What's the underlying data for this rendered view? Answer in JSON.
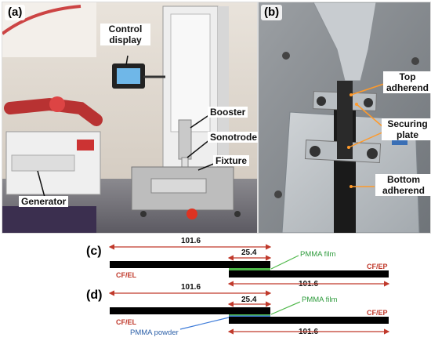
{
  "panels": {
    "a": {
      "tag": "(a)",
      "callouts": {
        "control_display": "Control display",
        "booster": "Booster",
        "sonotrode": "Sonotrode",
        "fixture": "Fixture",
        "generator": "Generator"
      }
    },
    "b": {
      "tag": "(b)",
      "callouts": {
        "top_adherend": "Top adherend",
        "securing_plate": "Securing plate",
        "bottom_adherend": "Bottom adherend"
      }
    },
    "c": {
      "tag": "(c)",
      "dim_total_top": "101.6",
      "dim_overlap": "25.4",
      "dim_total_bottom": "101.6",
      "film_label": "PMMA film",
      "left_label": "CF/EL",
      "right_label": "CF/EP"
    },
    "d": {
      "tag": "(d)",
      "dim_total_top": "101.6",
      "dim_overlap": "25.4",
      "dim_total_bottom": "101.6",
      "film_label": "PMMA film",
      "powder_label": "PMMA powder",
      "left_label": "CF/EL",
      "right_label": "CF/EP"
    }
  },
  "colors": {
    "adherend": "#000000",
    "film": "#4fb84a",
    "powder": "#3d7bd9",
    "dimension_arrow": "#c0392b"
  }
}
